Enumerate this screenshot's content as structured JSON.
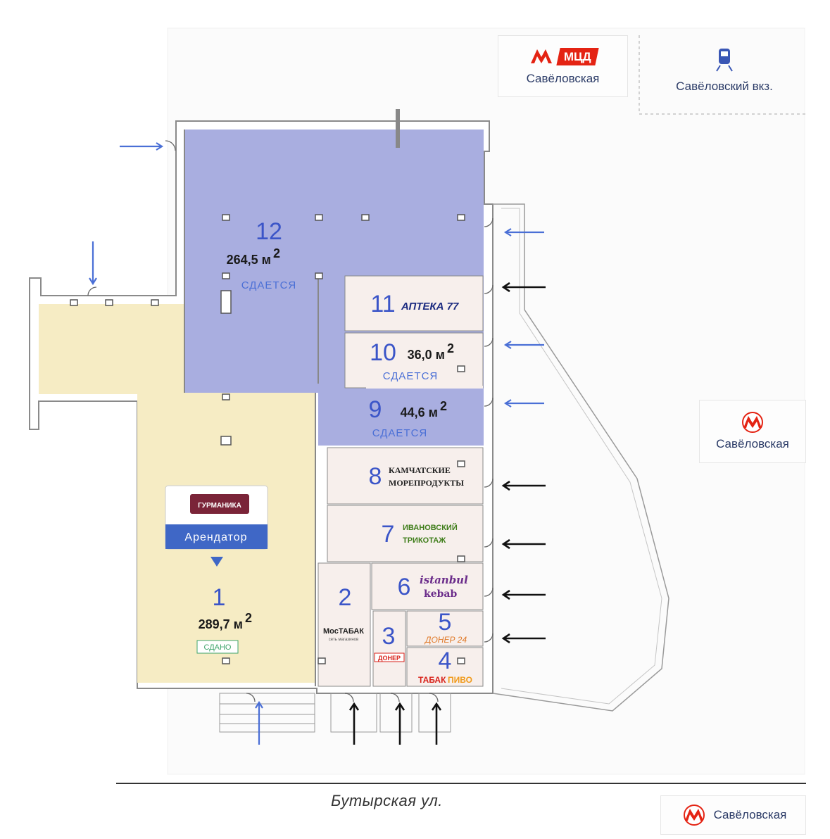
{
  "stations": {
    "mcd": {
      "badge": "МЦД",
      "name": "Савёловская"
    },
    "rail": {
      "name": "Савёловский вкз."
    },
    "metro_right": {
      "name": "Савёловская"
    },
    "metro_bottom": {
      "name": "Савёловская"
    }
  },
  "street": "Бутырская ул.",
  "units": [
    {
      "num": "1",
      "area": "289,7 м",
      "status": "СДАНО"
    },
    {
      "num": "2",
      "tenant": "МосТАБАК",
      "tenant_sub": "сеть магазинов"
    },
    {
      "num": "3",
      "tenant": "ДОНЕР"
    },
    {
      "num": "4",
      "tenant_a": "ТАБАК",
      "tenant_b": "ПИВО"
    },
    {
      "num": "5",
      "tenant": "ДОНЕР 24"
    },
    {
      "num": "6",
      "tenant_a": "istanbul",
      "tenant_b": "kebab"
    },
    {
      "num": "7",
      "tenant_a": "ИВАНОВСКИЙ",
      "tenant_b": "ТРИКОТАЖ"
    },
    {
      "num": "8",
      "tenant_a": "КАМЧАТСКИЕ",
      "tenant_b": "МОРЕПРОДУКТЫ"
    },
    {
      "num": "9",
      "area": "44,6 м",
      "status": "СДАЕТСЯ"
    },
    {
      "num": "10",
      "area": "36,0 м",
      "status": "СДАЕТСЯ"
    },
    {
      "num": "11",
      "tenant": "АПТЕКА 77"
    },
    {
      "num": "12",
      "area": "264,5 м",
      "status": "СДАЕТСЯ"
    }
  ],
  "area_superscript": "2",
  "tenant_card": {
    "brand": "ГУРМАНИКА",
    "label": "Арендатор"
  },
  "colors": {
    "rented_yellow": "#f6ecc4",
    "available_purple": "#a9aee0",
    "shop_beige": "#f7efec",
    "accent_blue": "#4a6fd6",
    "metro_red": "#e42313"
  },
  "icons": [
    "metro-m-icon",
    "train-icon",
    "blue-arrow-icon",
    "black-arrow-icon"
  ]
}
